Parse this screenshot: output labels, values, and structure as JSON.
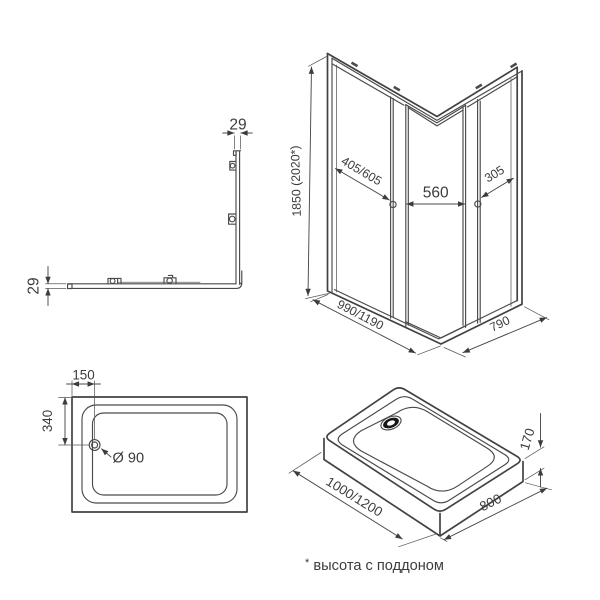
{
  "drawing": {
    "title_hint": "shower enclosure dimensional drawing",
    "profile_view": {
      "width_dim": "29",
      "depth_dim": "29"
    },
    "enclosure_view": {
      "height_dim": "1850 (2020*)",
      "left_door_dim": "405/605",
      "opening_dim": "560",
      "right_door_dim": "305",
      "left_side_dim": "990/1190",
      "right_side_dim": "790"
    },
    "tray_plan_view": {
      "drain_offset_top_dim": "150",
      "drain_offset_side_dim": "340",
      "drain_diameter_dim": "Ø 90"
    },
    "tray_iso_view": {
      "length_dim": "1000/1200",
      "width_dim": "800",
      "height_dim": "170"
    },
    "caption_star": "*",
    "caption_text": "высота с поддоном"
  },
  "colors": {
    "line": "#4a4a4a",
    "text": "#3c3c3c",
    "background": "#ffffff",
    "drain_fill": "#161616"
  }
}
